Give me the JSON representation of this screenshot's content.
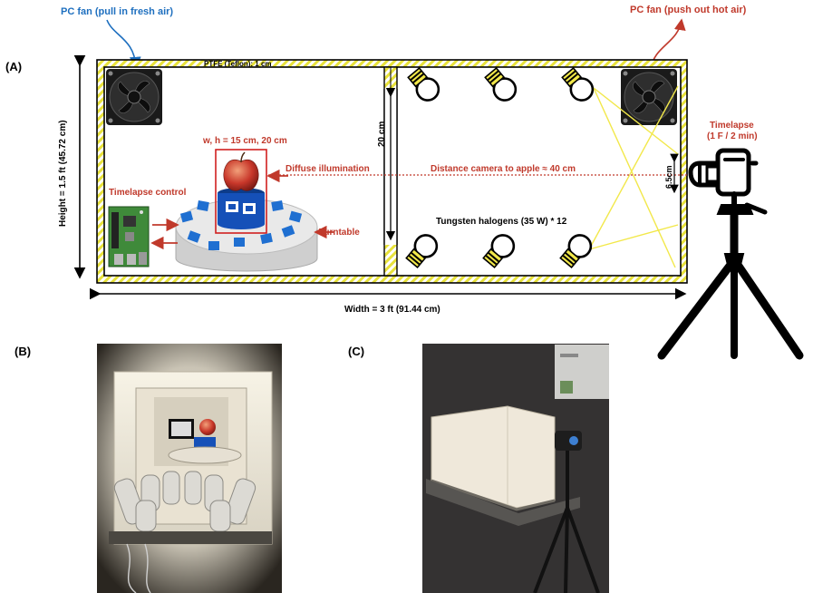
{
  "panels": {
    "a": "(A)",
    "b": "(B)",
    "c": "(C)"
  },
  "labels": {
    "fan_in": "PC fan (pull in fresh air)",
    "fan_out": "PC fan (push out hot air)",
    "ptfe": "PTFE (Teflon): 1 cm",
    "height": "Height = 1.5 ft (45.72 cm)",
    "width": "Width = 3 ft (91.44 cm)",
    "divider_height": "20 cm",
    "apple_size": "w, h = 15 cm, 20 cm",
    "diffuse": "Diffuse illumination",
    "distance": "Distance camera to apple ≈ 40 cm",
    "timelapse_control": "Timelapse control",
    "turntable": "Turntable",
    "halogens": "Tungsten halogens (35 W) * 12",
    "timelapse_title": "Timelapse",
    "timelapse_rate": "(1 F / 2 min)",
    "camera_height": "6.5cm"
  },
  "colors": {
    "red": "#c0392b",
    "blue": "#1e6fbf",
    "yellow": "#f2e84a",
    "hatch_yellow": "#e8e23a",
    "black": "#000000",
    "marker_blue": "#1f6fd1"
  },
  "icons": [
    "fan-icon",
    "bulb-icon",
    "raspberry-pi-icon",
    "tripod-camera-icon",
    "apple-icon"
  ]
}
